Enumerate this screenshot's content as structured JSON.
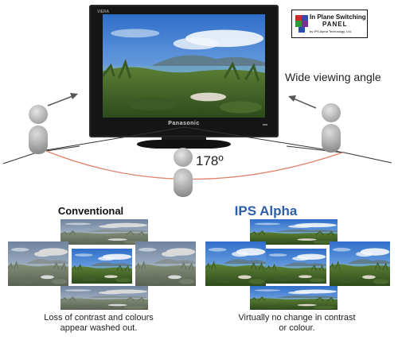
{
  "tv": {
    "brand": "Panasonic",
    "model_badge": "VIERA"
  },
  "ips_badge": {
    "line1": "In Plane Switching",
    "line2": "PANEL",
    "line3": "by IPS Alpha Technology, Ltd."
  },
  "wide_viewing_label": "Wide viewing angle",
  "angle_label": "178º",
  "comparison": {
    "conventional": {
      "title": "Conventional",
      "caption_line1": "Loss of contrast and colours",
      "caption_line2": "appear washed out."
    },
    "ips": {
      "title": "IPS Alpha",
      "caption_line1": "Virtually no change in contrast",
      "caption_line2": "or colour."
    }
  },
  "colors": {
    "ips_title": "#2e5fa6",
    "arc": "#e0806a",
    "tv_body": "#151515"
  },
  "icons": [
    "ips-logo-icon",
    "arrow-icon",
    "person-icon"
  ]
}
